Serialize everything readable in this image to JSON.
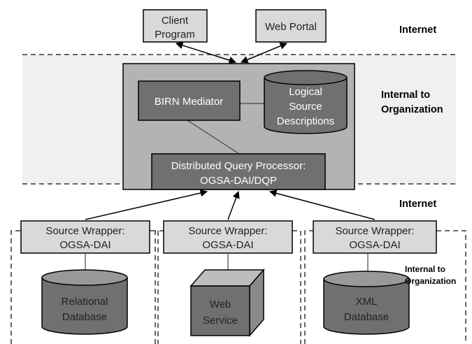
{
  "zones": {
    "internet_top": "Internet",
    "internal_org": [
      "Internal to",
      "Organization"
    ],
    "internet_mid": "Internet",
    "internal_org_small": [
      "Internal to",
      "Organization"
    ]
  },
  "clients": {
    "client_program": [
      "Client",
      "Program"
    ],
    "web_portal": "Web Portal"
  },
  "mediator": {
    "birn_mediator": "BIRN Mediator",
    "logical_sources": [
      "Logical",
      "Source",
      "Descriptions"
    ],
    "dqp": [
      "Distributed Query Processor:",
      "OGSA-DAI/DQP"
    ]
  },
  "wrappers": [
    {
      "label": [
        "Source Wrapper:",
        "OGSA-DAI"
      ],
      "resource": [
        "Relational",
        "Database"
      ]
    },
    {
      "label": [
        "Source Wrapper:",
        "OGSA-DAI"
      ],
      "resource": [
        "Web",
        "Service"
      ]
    },
    {
      "label": [
        "Source Wrapper:",
        "OGSA-DAI"
      ],
      "resource": [
        "XML",
        "Database"
      ]
    }
  ],
  "colors": {
    "light_box": "#d9d9d9",
    "mid_box": "#b3b3b3",
    "dark_box": "#707070",
    "band": "#f0f0f0"
  }
}
